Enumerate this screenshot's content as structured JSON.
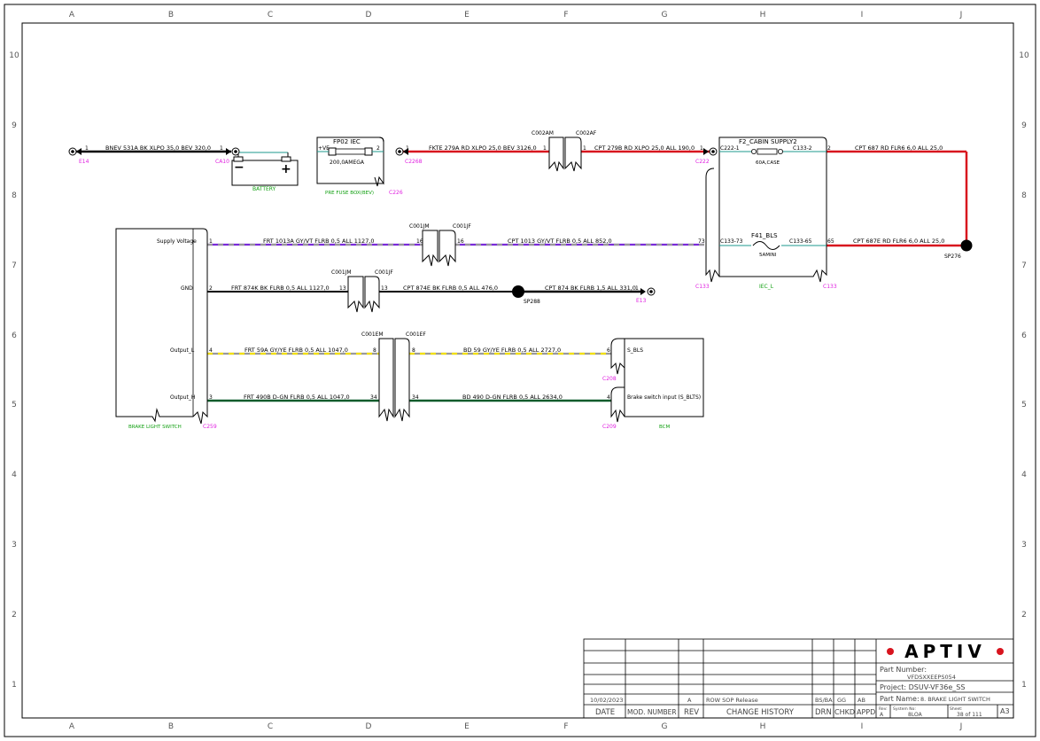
{
  "frame": {
    "columns": [
      "A",
      "B",
      "C",
      "D",
      "E",
      "F",
      "G",
      "H",
      "I",
      "J"
    ],
    "rows": [
      "10",
      "9",
      "8",
      "7",
      "6",
      "5",
      "4",
      "3",
      "2",
      "1"
    ]
  },
  "wires": {
    "w1": "BNEV  531A  BK  XLPO  35,0  BEV  320,0",
    "w2": "FKTE  279A  RD  XLPO  25,0  BEV  3126,0",
    "w3": "CPT  279B  RD  XLPO  25,0  ALL  190,0",
    "w4": "CPT  687  RD  FLR6  6,0  ALL  25,0",
    "w5": "CPT  687E  RD  FLR6  6,0  ALL  25,0",
    "w6": "FRT  1013A  GY/VT  FLRB  0,5  ALL  1127,0",
    "w7": "CPT  1013  GY/VT  FLRB  0,5  ALL  852,0",
    "w8": "FRT  874K  BK  FLRB  0,5  ALL  1127,0",
    "w9": "CPT  874E  BK  FLRB  0,5  ALL  476,0",
    "w10": "CPT  874  BK  FLRB  1,5  ALL  331,0",
    "w11": "FRT  59A  GY/YE  FLRB  0,5  ALL  1047,0",
    "w12": "BD  59  GY/YE  FLRB  0,5  ALL  2727,0",
    "w13": "FRT  490B  D-GN  FLRB  0,5  ALL  1047,0",
    "w14": "BD  490  D-GN  FLRB  0,5  ALL  2634,0"
  },
  "refs": {
    "e14": "E14",
    "ca10": "CA10",
    "c226": "C226",
    "c2268": "C2268",
    "c222": "C222",
    "c133a": "C133",
    "c133b": "C133",
    "sp276": "SP276",
    "sp288": "SP288",
    "e13": "E13",
    "c259": "C259",
    "c208": "C208",
    "c209": "C209"
  },
  "components": {
    "battery": "BATTERY",
    "fuse_box_title": "FP02 IEC",
    "fuse_rating": "200,0AMEGA",
    "fuse_box_name": "PRE FUSE BOX(BEV)",
    "plus_label": "+VE",
    "cabin_title": "F2_CABIN SUPPLY2",
    "fuse_60a": "60A,CASE",
    "f41": "F41_BLS",
    "fuse_5a": "5AMINI",
    "iec_l": "IEC_L",
    "switch_name": "BRAKE LIGHT SWITCH",
    "bcm_name": "BCM",
    "pin_supply": "Supply Voltage",
    "pin_gnd": "GND",
    "pin_output_l": "Output_L",
    "pin_output_h": "Output_H",
    "bcm_pin1": "S_BLS",
    "bcm_pin2": "Brake switch input (S_BLTS)"
  },
  "connectors": {
    "c002am": "C002AM",
    "c002af": "C002AF",
    "c001jm1": "C001JM",
    "c001jf1": "C001JF",
    "c001jm2": "C001JM",
    "c001jf2": "C001JF",
    "c001em": "C001EM",
    "c001ef": "C001EF",
    "c222_1": "C222-1",
    "c133_2": "C133-2",
    "c133_73": "C133-73",
    "c133_65": "C133-65"
  },
  "pins": {
    "p1": "1",
    "p2": "1",
    "p3": "2",
    "p4": "1",
    "p5": "1",
    "p6": "1",
    "p7": "1",
    "p8": "2",
    "p9": "73",
    "p10": "65",
    "p11": "1",
    "p12": "16",
    "p13": "16",
    "p14": "2",
    "p15": "13",
    "p16": "13",
    "p17": "1",
    "p18": "4",
    "p19": "8",
    "p20": "8",
    "p21": "6",
    "p22": "3",
    "p23": "34",
    "p24": "34",
    "p25": "4"
  },
  "title_block": {
    "logo": "APTIV",
    "part_number_label": "Part Number:",
    "part_number": "VFDSXXEEPS054",
    "project": "Project: DSUV-VF36e_SS",
    "part_name_label": "Part Name:",
    "part_name": "8. BRAKE LIGHT SWITCH",
    "rev_label": "Rev:",
    "rev_value": "A",
    "system_no_label": "System No:",
    "system_no": "8LOA",
    "sheet_label": "Sheet:",
    "sheet_value": "38  of 111",
    "size": "A3",
    "hist_date": "10/02/2023",
    "hist_rev": "A",
    "hist_change": "ROW SOP Release",
    "hist_drn": "BS/BA",
    "hist_chkd": "GG",
    "hist_appd": "AB",
    "h_date": "DATE",
    "h_mod": "MOD. NUMBER",
    "h_rev": "REV",
    "h_change": "CHANGE HISTORY",
    "h_drn": "DRN",
    "h_chkd": "CHKD",
    "h_appd": "APPD"
  },
  "colors": {
    "red": "#d8141e",
    "black": "#000000",
    "purple": "#7a2bd9",
    "gray": "#9a9a9a",
    "yellow": "#f2df0b",
    "green": "#0b5b2b",
    "teal": "#1c9a8c",
    "magenta": "#e020e0",
    "label_green": "#12a012"
  }
}
